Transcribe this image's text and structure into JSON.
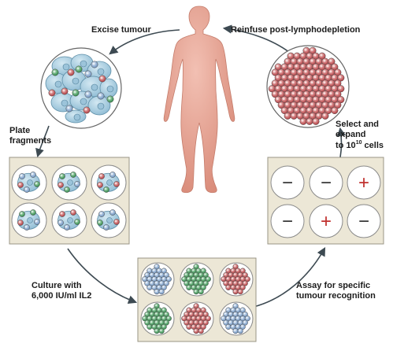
{
  "labels": {
    "excise": "Excise tumour",
    "reinfuse": "Reinfuse post-lymphodepletion",
    "plate_1": "Plate",
    "plate_2": "fragments",
    "select_1": "Select and",
    "select_2": "expand",
    "select_3_pre": "to 10",
    "select_3_sup": "10",
    "select_3_post": " cells",
    "culture_1": "Culture with",
    "culture_2": "6,000 IU/ml IL2",
    "assay_1": "Assay for specific",
    "assay_2": "tumour recognition"
  },
  "assay_results": [
    "−",
    "−",
    "+",
    "−",
    "+",
    "−"
  ],
  "culture_wells": [
    "blue",
    "green",
    "red",
    "green",
    "red",
    "blue"
  ],
  "colors": {
    "tcell_blue": "#7fa2cc",
    "tcell_green": "#3f9a5a",
    "tcell_red": "#c0454a",
    "tumour": "#a6cbe0",
    "body_skin": "#e7a595",
    "panel_bg": "#ece7d6",
    "arrow": "#3d4a52",
    "plus_red": "#c0302e"
  }
}
